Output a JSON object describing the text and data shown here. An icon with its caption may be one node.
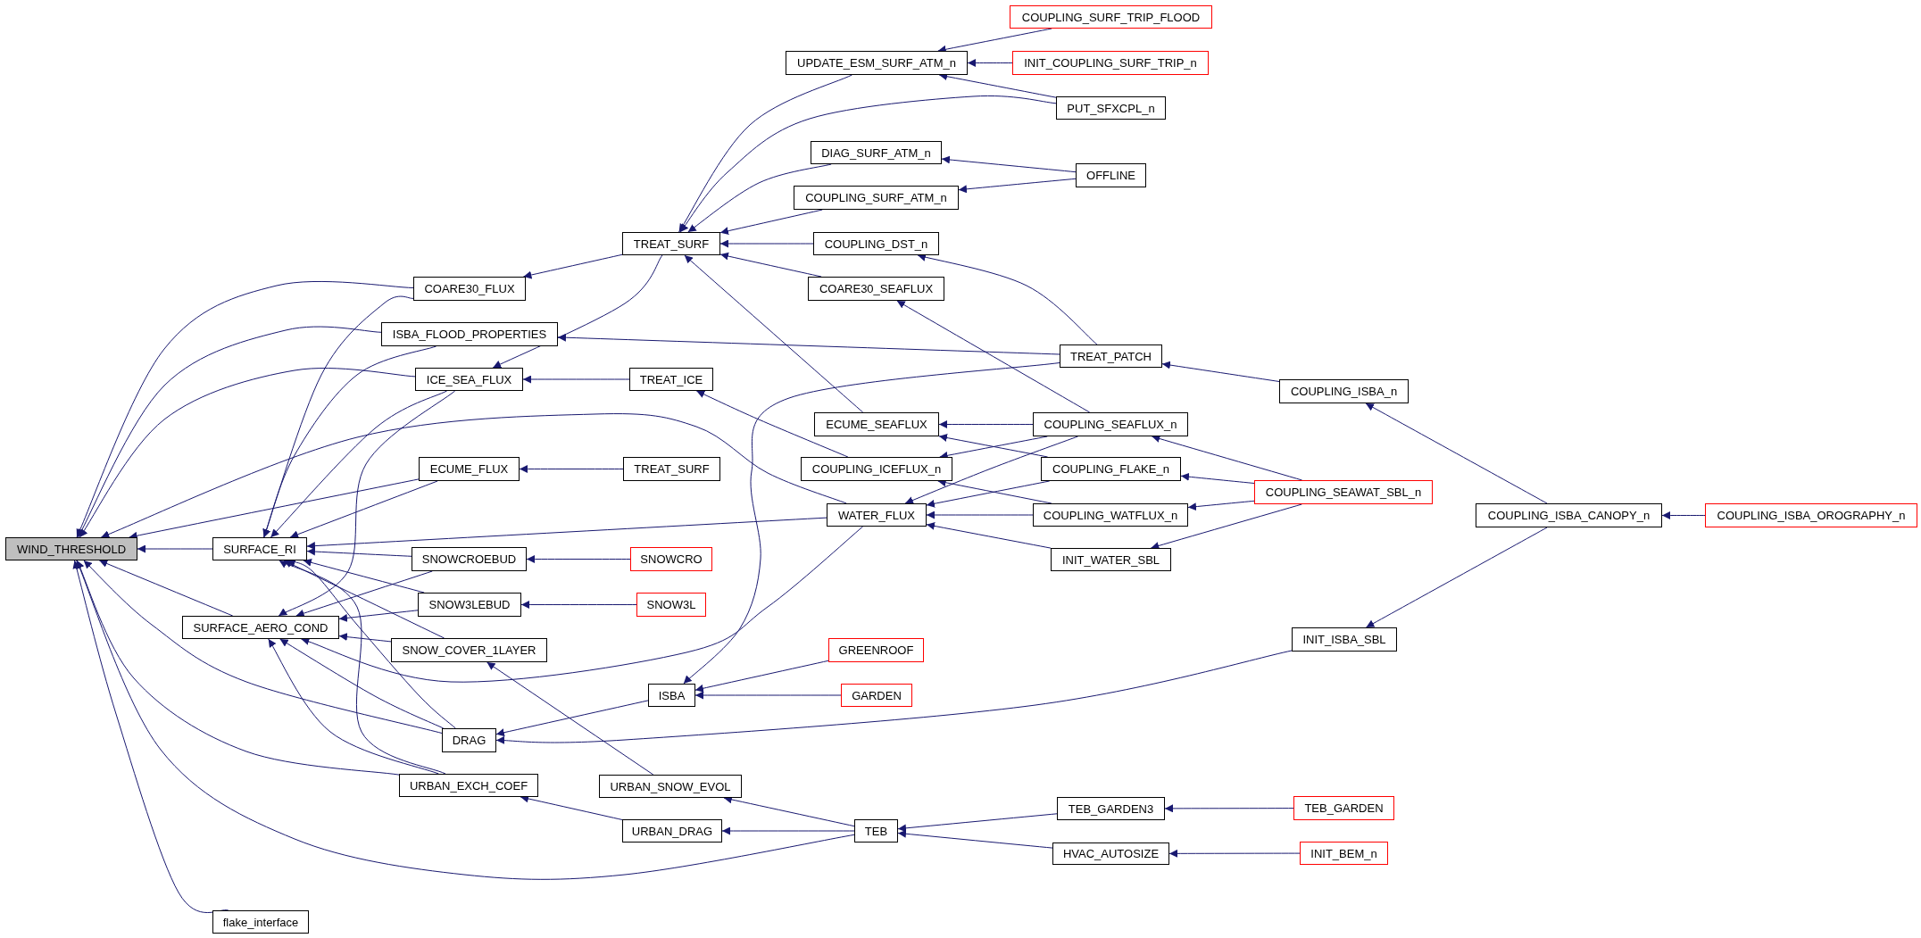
{
  "diagram": {
    "nodes": [
      {
        "text": [
          "WIND_THRESHOLD"
        ]
      },
      {
        "text": [
          "SURFACE_RI"
        ]
      },
      {
        "text": [
          "SURFACE_AERO_COND"
        ]
      },
      {
        "text": [
          "flake_interface"
        ]
      },
      {
        "text": [
          "COARE30_FLUX"
        ]
      },
      {
        "text": [
          "ISBA_FLOOD_PROPERTIES"
        ]
      },
      {
        "text": [
          "ICE_SEA_FLUX"
        ]
      },
      {
        "text": [
          "ECUME_FLUX"
        ]
      },
      {
        "text": [
          "SNOWCROEBUD"
        ]
      },
      {
        "text": [
          "SNOW3LEBUD"
        ]
      },
      {
        "text": [
          "SNOW_COVER_1LAYER"
        ]
      },
      {
        "text": [
          "DRAG"
        ]
      },
      {
        "text": [
          "URBAN_EXCH_COEF"
        ]
      },
      {
        "text": [
          "TREAT_SURF"
        ]
      },
      {
        "text": [
          "TREAT_ICE"
        ]
      },
      {
        "text": [
          "TREAT_SURF"
        ]
      },
      {
        "text": [
          "WATER_FLUX"
        ]
      },
      {
        "text": [
          "SNOWCRO"
        ]
      },
      {
        "text": [
          "SNOW3L"
        ]
      },
      {
        "text": [
          "ISBA"
        ]
      },
      {
        "text": [
          "URBAN_SNOW_EVOL"
        ]
      },
      {
        "text": [
          "URBAN_DRAG"
        ]
      },
      {
        "text": [
          "TEB"
        ]
      },
      {
        "text": [
          "UPDATE_ESM_SURF_ATM_n"
        ]
      },
      {
        "text": [
          "DIAG_SURF_ATM_n"
        ]
      },
      {
        "text": [
          "COUPLING_SURF_ATM_n"
        ]
      },
      {
        "text": [
          "COUPLING_DST_n"
        ]
      },
      {
        "text": [
          "COARE30_SEAFLUX"
        ]
      },
      {
        "text": [
          "ECUME_SEAFLUX"
        ]
      },
      {
        "text": [
          "COUPLING_ICEFLUX_n"
        ]
      },
      {
        "text": [
          "GREENROOF"
        ]
      },
      {
        "text": [
          "GARDEN"
        ]
      },
      {
        "text": [
          "COUPLING_SURF_TRIP_FLOOD"
        ]
      },
      {
        "text": [
          "INIT_COUPLING_SURF_TRIP_n"
        ]
      },
      {
        "text": [
          "PUT_SFXCPL_n"
        ]
      },
      {
        "text": [
          "OFFLINE"
        ]
      },
      {
        "text": [
          "TREAT_PATCH"
        ]
      },
      {
        "text": [
          "COUPLING_SEAFLUX_n"
        ]
      },
      {
        "text": [
          "COUPLING_FLAKE_n"
        ]
      },
      {
        "text": [
          "COUPLING_WATFLUX_n"
        ]
      },
      {
        "text": [
          "INIT_WATER_SBL"
        ]
      },
      {
        "text": [
          "TEB_GARDEN3"
        ]
      },
      {
        "text": [
          "HVAC_AUTOSIZE"
        ]
      },
      {
        "text": [
          "COUPLING_ISBA_n"
        ]
      },
      {
        "text": [
          "COUPLING_SEAWAT_SBL_n"
        ]
      },
      {
        "text": [
          "INIT_ISBA_SBL"
        ]
      },
      {
        "text": [
          "TEB_GARDEN"
        ]
      },
      {
        "text": [
          "INIT_BEM_n"
        ]
      },
      {
        "text": [
          "COUPLING_ISBA_CANOPY_n"
        ]
      },
      {
        "text": [
          "COUPLING_ISBA_OROGRAPHY_n"
        ]
      }
    ],
    "edges": [
      {
        "from": 1,
        "to": 0,
        "arrow": "to"
      },
      {
        "from": 2,
        "to": 0,
        "arrow": "to"
      },
      {
        "from": 4,
        "to": 0,
        "arrow": "to"
      },
      {
        "from": 5,
        "to": 0,
        "arrow": "to"
      },
      {
        "from": 6,
        "to": 0,
        "arrow": "to"
      },
      {
        "from": 7,
        "to": 0,
        "arrow": "to"
      },
      {
        "from": 16,
        "to": 0,
        "arrow": "to"
      },
      {
        "from": 11,
        "to": 0,
        "arrow": "to"
      },
      {
        "from": 12,
        "to": 0,
        "arrow": "to"
      },
      {
        "from": 22,
        "to": 0,
        "arrow": "to"
      },
      {
        "from": 3,
        "to": 0,
        "arrow": "to"
      },
      {
        "from": 4,
        "to": 1,
        "arrow": "to"
      },
      {
        "from": 5,
        "to": 1,
        "arrow": "to"
      },
      {
        "from": 6,
        "to": 1,
        "arrow": "to"
      },
      {
        "from": 7,
        "to": 1,
        "arrow": "to"
      },
      {
        "from": 16,
        "to": 1,
        "arrow": "to"
      },
      {
        "from": 8,
        "to": 1,
        "arrow": "to"
      },
      {
        "from": 9,
        "to": 1,
        "arrow": "to"
      },
      {
        "from": 10,
        "to": 1,
        "arrow": "to"
      },
      {
        "from": 11,
        "to": 1,
        "arrow": "to"
      },
      {
        "from": 12,
        "to": 1,
        "arrow": "to"
      },
      {
        "from": 6,
        "to": 2,
        "arrow": "to"
      },
      {
        "from": 8,
        "to": 2,
        "arrow": "to"
      },
      {
        "from": 9,
        "to": 2,
        "arrow": "to"
      },
      {
        "from": 10,
        "to": 2,
        "arrow": "to"
      },
      {
        "from": 16,
        "to": 2,
        "arrow": "to"
      },
      {
        "from": 11,
        "to": 2,
        "arrow": "to"
      },
      {
        "from": 12,
        "to": 2,
        "arrow": "to"
      },
      {
        "from": 13,
        "to": 4,
        "arrow": "to"
      },
      {
        "from": 36,
        "to": 5,
        "arrow": "to"
      },
      {
        "from": 13,
        "to": 6,
        "arrow": "to"
      },
      {
        "from": 14,
        "to": 6,
        "arrow": "to"
      },
      {
        "from": 15,
        "to": 7,
        "arrow": "to"
      },
      {
        "from": 17,
        "to": 8,
        "arrow": "to"
      },
      {
        "from": 18,
        "to": 9,
        "arrow": "to"
      },
      {
        "from": 20,
        "to": 10,
        "arrow": "to"
      },
      {
        "from": 19,
        "to": 11,
        "arrow": "to"
      },
      {
        "from": 45,
        "to": 11,
        "arrow": "to"
      },
      {
        "from": 21,
        "to": 12,
        "arrow": "to"
      },
      {
        "from": 23,
        "to": 13,
        "arrow": "to"
      },
      {
        "from": 34,
        "to": 13,
        "arrow": "to"
      },
      {
        "from": 24,
        "to": 13,
        "arrow": "to"
      },
      {
        "from": 25,
        "to": 13,
        "arrow": "to"
      },
      {
        "from": 26,
        "to": 13,
        "arrow": "to"
      },
      {
        "from": 27,
        "to": 13,
        "arrow": "to"
      },
      {
        "from": 28,
        "to": 13,
        "arrow": "to"
      },
      {
        "from": 29,
        "to": 14,
        "arrow": "to"
      },
      {
        "from": 37,
        "to": 16,
        "arrow": "to"
      },
      {
        "from": 38,
        "to": 16,
        "arrow": "to"
      },
      {
        "from": 39,
        "to": 16,
        "arrow": "to"
      },
      {
        "from": 40,
        "to": 16,
        "arrow": "to"
      },
      {
        "from": 30,
        "to": 19,
        "arrow": "to"
      },
      {
        "from": 31,
        "to": 19,
        "arrow": "to"
      },
      {
        "from": 36,
        "to": 19,
        "arrow": "to"
      },
      {
        "from": 22,
        "to": 20,
        "arrow": "to"
      },
      {
        "from": 22,
        "to": 21,
        "arrow": "to"
      },
      {
        "from": 41,
        "to": 22,
        "arrow": "to"
      },
      {
        "from": 42,
        "to": 22,
        "arrow": "to"
      },
      {
        "from": 32,
        "to": 23,
        "arrow": "to"
      },
      {
        "from": 33,
        "to": 23,
        "arrow": "to"
      },
      {
        "from": 34,
        "to": 23,
        "arrow": "to"
      },
      {
        "from": 35,
        "to": 24,
        "arrow": "to"
      },
      {
        "from": 35,
        "to": 25,
        "arrow": "to"
      },
      {
        "from": 36,
        "to": 26,
        "arrow": "to"
      },
      {
        "from": 37,
        "to": 27,
        "arrow": "to"
      },
      {
        "from": 37,
        "to": 28,
        "arrow": "to"
      },
      {
        "from": 38,
        "to": 28,
        "arrow": "to"
      },
      {
        "from": 37,
        "to": 29,
        "arrow": "to"
      },
      {
        "from": 39,
        "to": 29,
        "arrow": "to"
      },
      {
        "from": 43,
        "to": 36,
        "arrow": "to"
      },
      {
        "from": 44,
        "to": 37,
        "arrow": "to"
      },
      {
        "from": 44,
        "to": 38,
        "arrow": "to"
      },
      {
        "from": 44,
        "to": 39,
        "arrow": "to"
      },
      {
        "from": 44,
        "to": 40,
        "arrow": "to"
      },
      {
        "from": 46,
        "to": 41,
        "arrow": "to"
      },
      {
        "from": 47,
        "to": 42,
        "arrow": "to"
      },
      {
        "from": 48,
        "to": 43,
        "arrow": "to"
      },
      {
        "from": 48,
        "to": 45,
        "arrow": "to"
      },
      {
        "from": 49,
        "to": 48,
        "arrow": "to"
      }
    ]
  }
}
